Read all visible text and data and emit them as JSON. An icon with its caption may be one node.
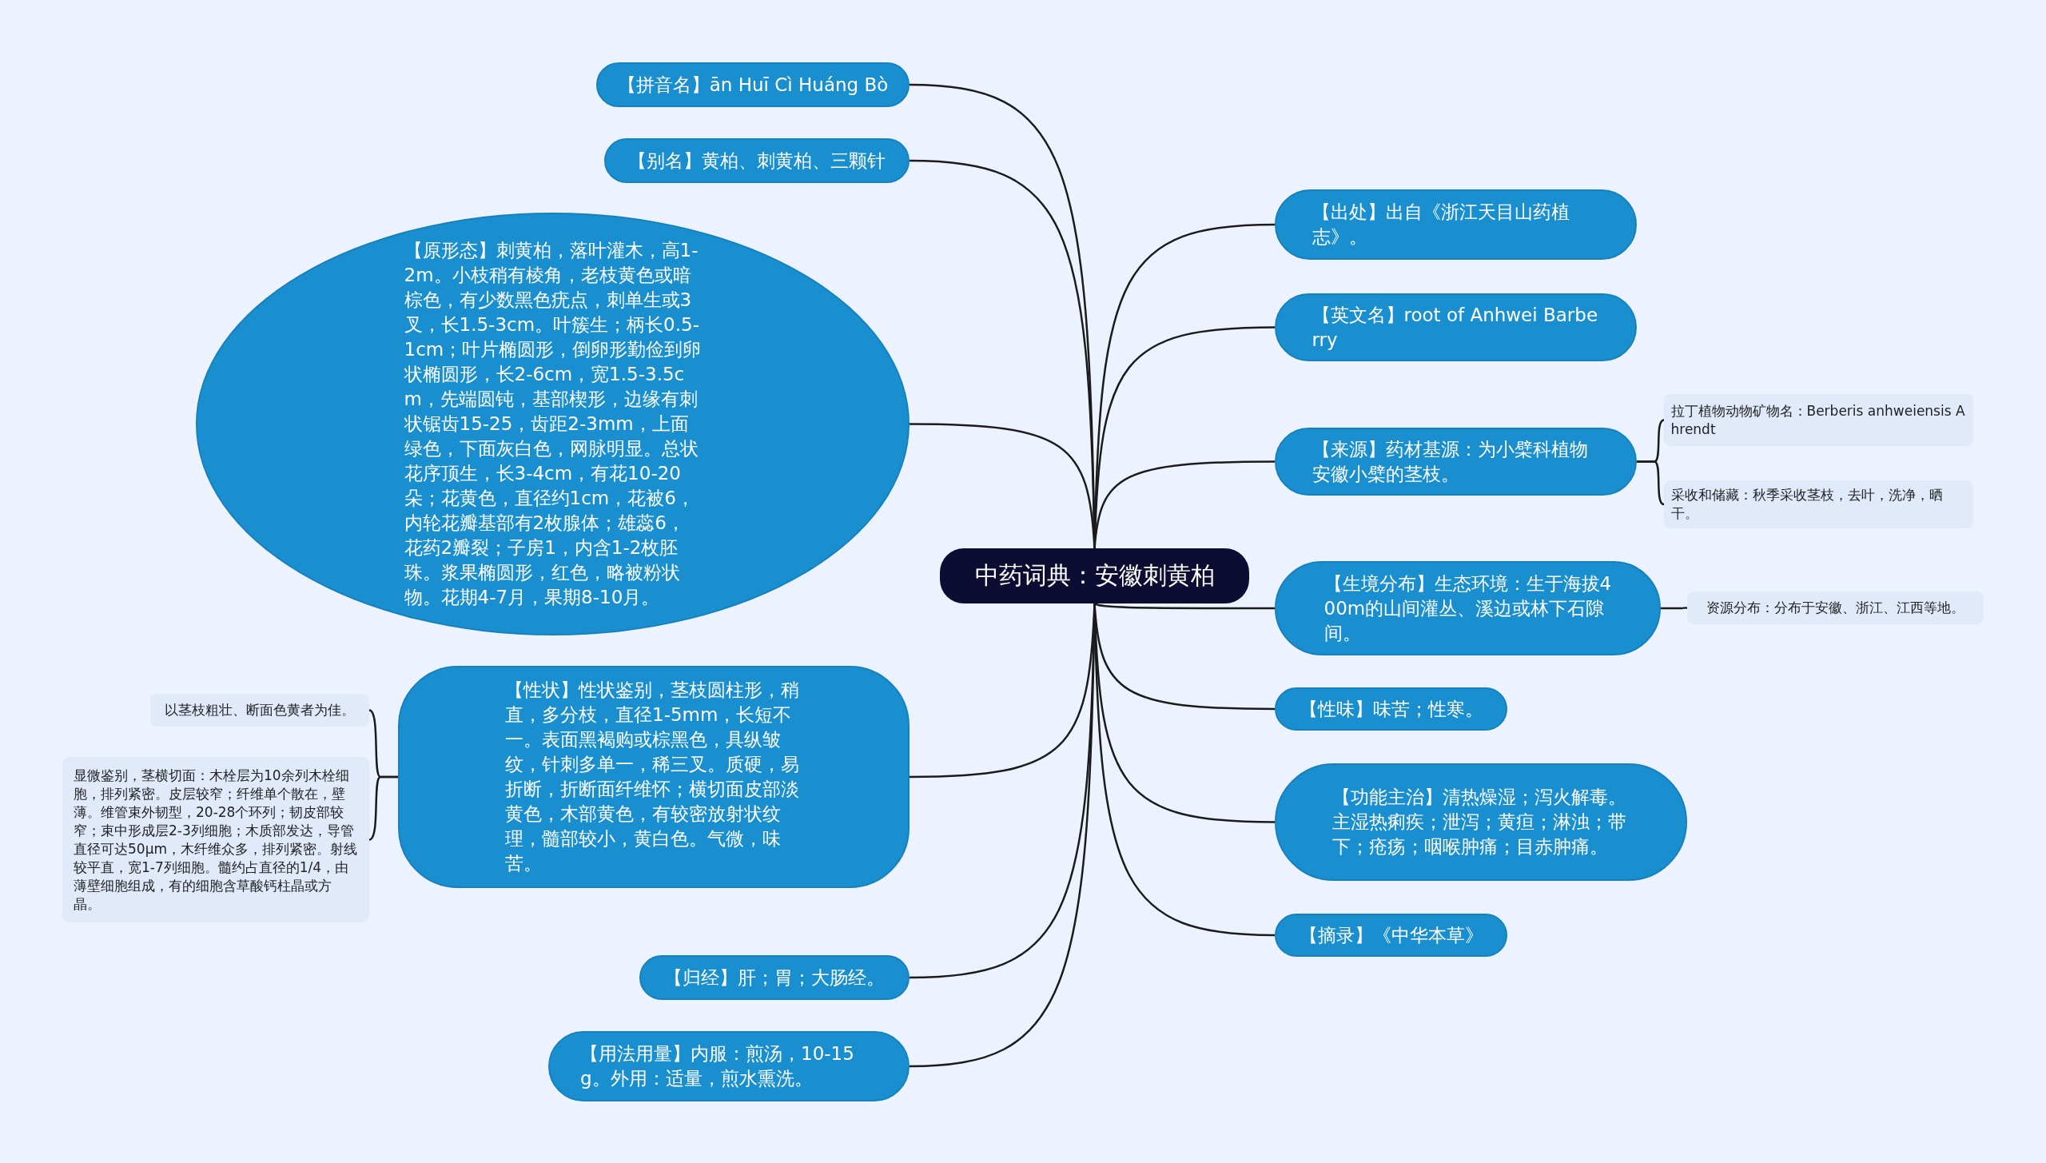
{
  "diagram": {
    "nodes": [
      {
        "text": [
          "中药词典：安徽刺黄柏"
        ]
      },
      {
        "text": [
          "【拼音名】ān Huī Cì Huáng Bò"
        ]
      },
      {
        "text": [
          "【别名】黄柏、刺黄柏、三颗针"
        ]
      },
      {
        "text": [
          "【原形态】刺黄柏，落叶灌木，高1-2m。小枝稍有棱角，老枝黄色或暗棕色，有少数黑色疣点，刺单生或3叉，长1.5-3cm。叶簇生；柄长0.5-1cm；叶片椭圆形，倒卵形勤俭到卵状椭圆形，长2-6cm，宽1.5-3.5cm，先端圆钝，基部楔形，边缘有刺状锯齿15-25，齿距2-3mm，上面绿色，下面灰白色，网脉明显。总状花序顶生，长3-4cm，有花10-20朵；花黄色，直径约1cm，花被6，内轮花瓣基部有2枚腺体；雄蕊6，花药2瓣裂；子房1，内含1-2枚胚珠。浆果椭圆形，红色，略被粉状物。花期4-7月，果期8-10月。"
        ]
      },
      {
        "text": [
          "【性状】性状鉴别，茎枝圆柱形，稍直，多分枝，直径1-5mm，长短不一。表面黑褐购或棕黑色，具纵皱纹，针刺多单一，稀三叉。质硬，易折断，折断面纤维怀；横切面皮部淡黄色，木部黄色，有较密放射状纹理，髓部较小，黄白色。气微，味苦。"
        ]
      },
      {
        "text": [
          "【归经】肝；胃；大肠经。"
        ]
      },
      {
        "text": [
          "【用法用量】内服：煎汤，10-15g。外用：适量，煎水熏洗。"
        ]
      },
      {
        "text": [
          "【出处】出自《浙江天目山药植志》。"
        ]
      },
      {
        "text": [
          "【英文名】root of Anhwei Barberry"
        ]
      },
      {
        "text": [
          "【来源】药材基源：为小檗科植物安徽小檗的茎枝。"
        ]
      },
      {
        "text": [
          "【生境分布】生态环境：生于海拔400m的山间灌丛、溪边或林下石隙间。"
        ]
      },
      {
        "text": [
          "【性味】味苦；性寒。"
        ]
      },
      {
        "text": [
          "【功能主治】清热燥湿；泻火解毒。主湿热痢疾；泄泻；黄疸；淋浊；带下；疮疡；咽喉肿痛；目赤肿痛。"
        ]
      },
      {
        "text": [
          "【摘录】《中华本草》"
        ]
      },
      {
        "text": [
          "以茎枝粗壮、断面色黄者为佳。"
        ]
      },
      {
        "text": [
          "显微鉴别，茎横切面：木栓层为10余列木栓细胞，排列紧密。皮层较窄；纤维单个散在，壁薄。维管束外韧型，20-28个环列；韧皮部较窄；束中形成层2-3列细胞；木质部发达，导管直径可达50μm，木纤维众多，排列紧密。射线较平直，宽1-7列细胞。髓约占直径的1/4，由薄壁细胞组成，有的细胞含草酸钙柱晶或方晶。"
        ]
      },
      {
        "text": [
          "拉丁植物动物矿物名：Berberis anhweiensis Ahrendt"
        ]
      },
      {
        "text": [
          "采收和储藏：秋季采收茎枝，去叶，洗净，晒干。"
        ]
      },
      {
        "text": [
          "资源分布：分布于安徽、浙江、江西等地。"
        ]
      }
    ],
    "edges": [
      {
        "from": 0,
        "to": 1,
        "arrow": "none"
      },
      {
        "from": 0,
        "to": 2,
        "arrow": "none"
      },
      {
        "from": 0,
        "to": 3,
        "arrow": "none"
      },
      {
        "from": 0,
        "to": 4,
        "arrow": "none"
      },
      {
        "from": 0,
        "to": 5,
        "arrow": "none"
      },
      {
        "from": 0,
        "to": 6,
        "arrow": "none"
      },
      {
        "from": 0,
        "to": 7,
        "arrow": "none"
      },
      {
        "from": 0,
        "to": 8,
        "arrow": "none"
      },
      {
        "from": 0,
        "to": 9,
        "arrow": "none"
      },
      {
        "from": 0,
        "to": 10,
        "arrow": "none"
      },
      {
        "from": 0,
        "to": 11,
        "arrow": "none"
      },
      {
        "from": 0,
        "to": 12,
        "arrow": "none"
      },
      {
        "from": 0,
        "to": 13,
        "arrow": "none"
      },
      {
        "from": 4,
        "to": 14,
        "arrow": "none"
      },
      {
        "from": 4,
        "to": 15,
        "arrow": "none"
      },
      {
        "from": 9,
        "to": 16,
        "arrow": "none"
      },
      {
        "from": 9,
        "to": 17,
        "arrow": "none"
      },
      {
        "from": 10,
        "to": 18,
        "arrow": "none"
      }
    ]
  }
}
